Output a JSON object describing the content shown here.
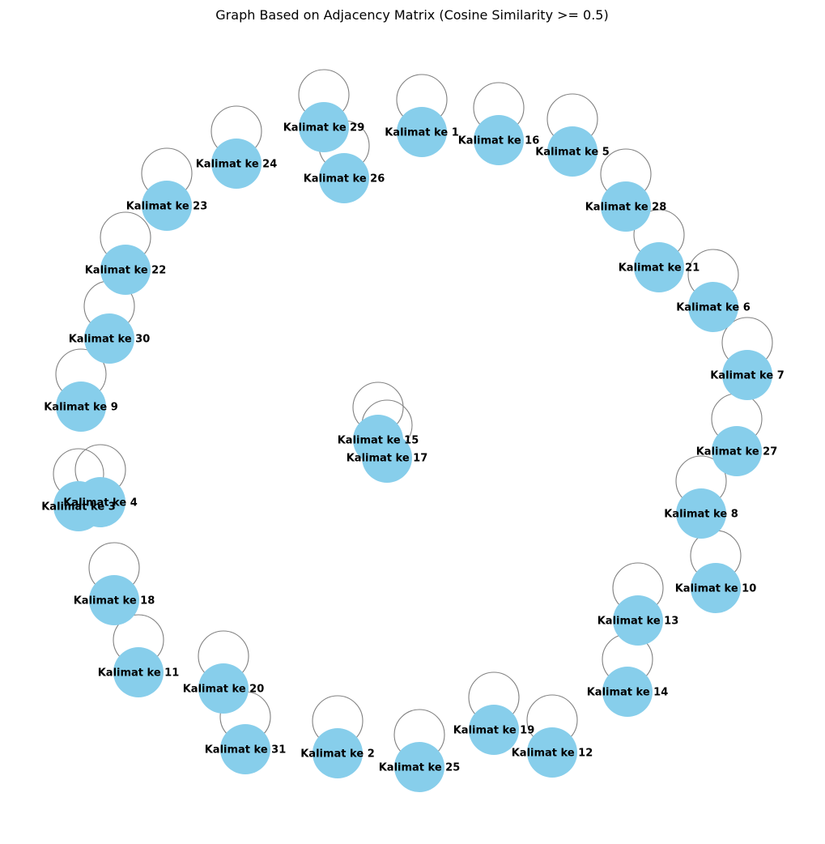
{
  "title": "Graph Based on Adjacency Matrix (Cosine Similarity >= 0.5)",
  "colors": {
    "node": "#87ceeb",
    "edge": "#808080",
    "label": "#000000"
  },
  "graph": {
    "edges": "self-loop on every node",
    "nodes": [
      {
        "id": 1,
        "label": "Kalimat ke 1"
      },
      {
        "id": 2,
        "label": "Kalimat ke 2"
      },
      {
        "id": 3,
        "label": "Kalimat ke 3"
      },
      {
        "id": 4,
        "label": "Kalimat ke 4"
      },
      {
        "id": 5,
        "label": "Kalimat ke 5"
      },
      {
        "id": 6,
        "label": "Kalimat ke 6"
      },
      {
        "id": 7,
        "label": "Kalimat ke 7"
      },
      {
        "id": 8,
        "label": "Kalimat ke 8"
      },
      {
        "id": 9,
        "label": "Kalimat ke 9"
      },
      {
        "id": 10,
        "label": "Kalimat ke 10"
      },
      {
        "id": 11,
        "label": "Kalimat ke 11"
      },
      {
        "id": 12,
        "label": "Kalimat ke 12"
      },
      {
        "id": 13,
        "label": "Kalimat ke 13"
      },
      {
        "id": 14,
        "label": "Kalimat ke 14"
      },
      {
        "id": 15,
        "label": "Kalimat ke 15"
      },
      {
        "id": 16,
        "label": "Kalimat ke 16"
      },
      {
        "id": 17,
        "label": "Kalimat ke 17"
      },
      {
        "id": 18,
        "label": "Kalimat ke 18"
      },
      {
        "id": 19,
        "label": "Kalimat ke 19"
      },
      {
        "id": 20,
        "label": "Kalimat ke 20"
      },
      {
        "id": 21,
        "label": "Kalimat ke 21"
      },
      {
        "id": 22,
        "label": "Kalimat ke 22"
      },
      {
        "id": 23,
        "label": "Kalimat ke 23"
      },
      {
        "id": 24,
        "label": "Kalimat ke 24"
      },
      {
        "id": 25,
        "label": "Kalimat ke 25"
      },
      {
        "id": 26,
        "label": "Kalimat ke 26"
      },
      {
        "id": 27,
        "label": "Kalimat ke 27"
      },
      {
        "id": 28,
        "label": "Kalimat ke 28"
      },
      {
        "id": 29,
        "label": "Kalimat ke 29"
      },
      {
        "id": 30,
        "label": "Kalimat ke 30"
      },
      {
        "id": 31,
        "label": "Kalimat ke 31"
      }
    ]
  }
}
